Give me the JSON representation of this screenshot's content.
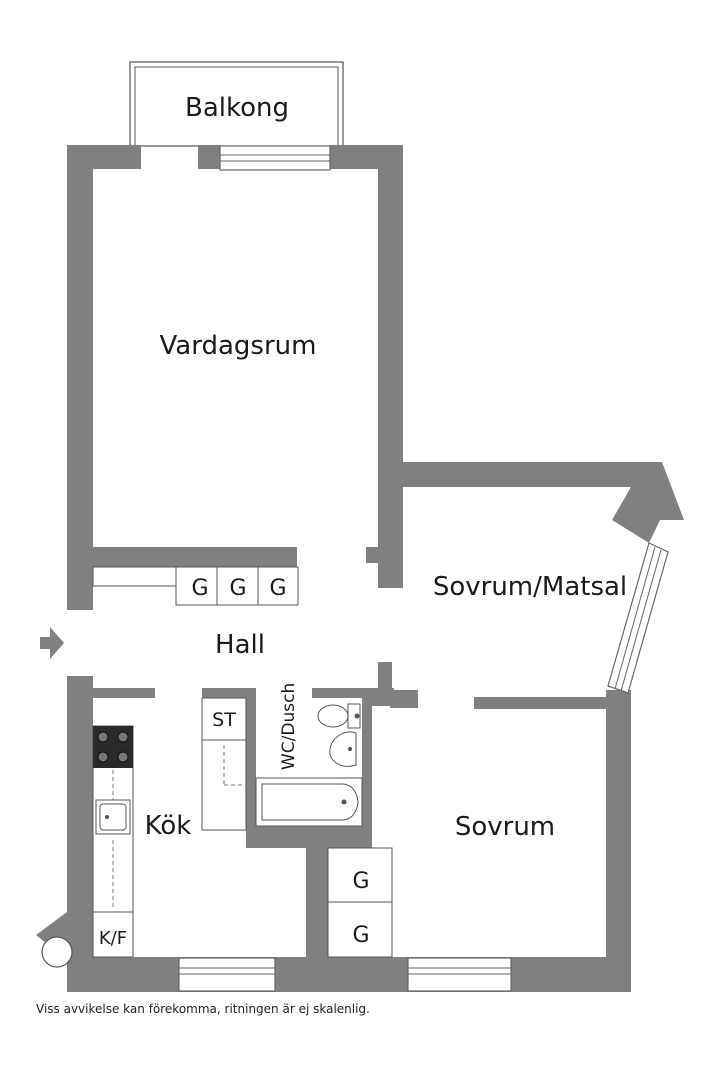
{
  "rooms": {
    "balkong": "Balkong",
    "vardagsrum": "Vardagsrum",
    "sovrum_matsal": "Sovrum/Matsal",
    "hall": "Hall",
    "kok": "Kök",
    "wc_dusch": "WC/Dusch",
    "sovrum": "Sovrum"
  },
  "fixtures": {
    "wardrobe": "G",
    "storage": "ST",
    "fridge_freezer": "K/F"
  },
  "disclaimer": "Viss avvikelse kan förekomma, ritningen är ej skalenlig.",
  "colors": {
    "wall": "#808080",
    "wall_edge": "#6e6e6e",
    "background": "#ffffff",
    "fixture_stroke": "#555555"
  },
  "icons": [
    "entrance-arrow-icon",
    "stove-icon",
    "sink-icon",
    "toilet-icon",
    "washbasin-icon",
    "bathtub-icon",
    "chimney-icon"
  ]
}
